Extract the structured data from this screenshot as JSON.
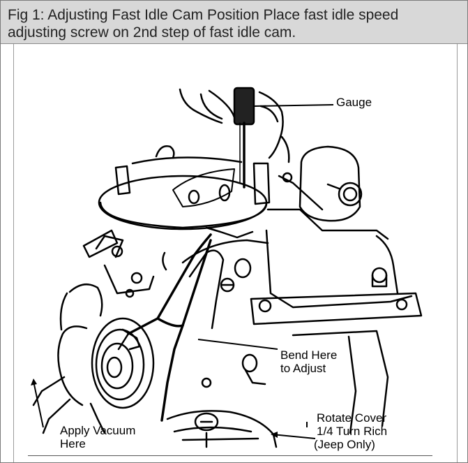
{
  "caption": "Fig 1: Adjusting Fast Idle Cam Position Place fast idle speed adjusting screw on 2nd step of fast idle cam.",
  "labels": {
    "gauge": "Gauge",
    "bend_line1": "Bend Here",
    "bend_line2": "to Adjust",
    "vacuum_line1": "Apply Vacuum",
    "vacuum_line2": "Here",
    "rotate_line1": "Rotate Cover",
    "rotate_line2": "1/4 Turn Rich",
    "rotate_line3": "(Jeep Only)"
  },
  "colors": {
    "caption_background": "#d8d8d8",
    "line_art": "#000000"
  }
}
